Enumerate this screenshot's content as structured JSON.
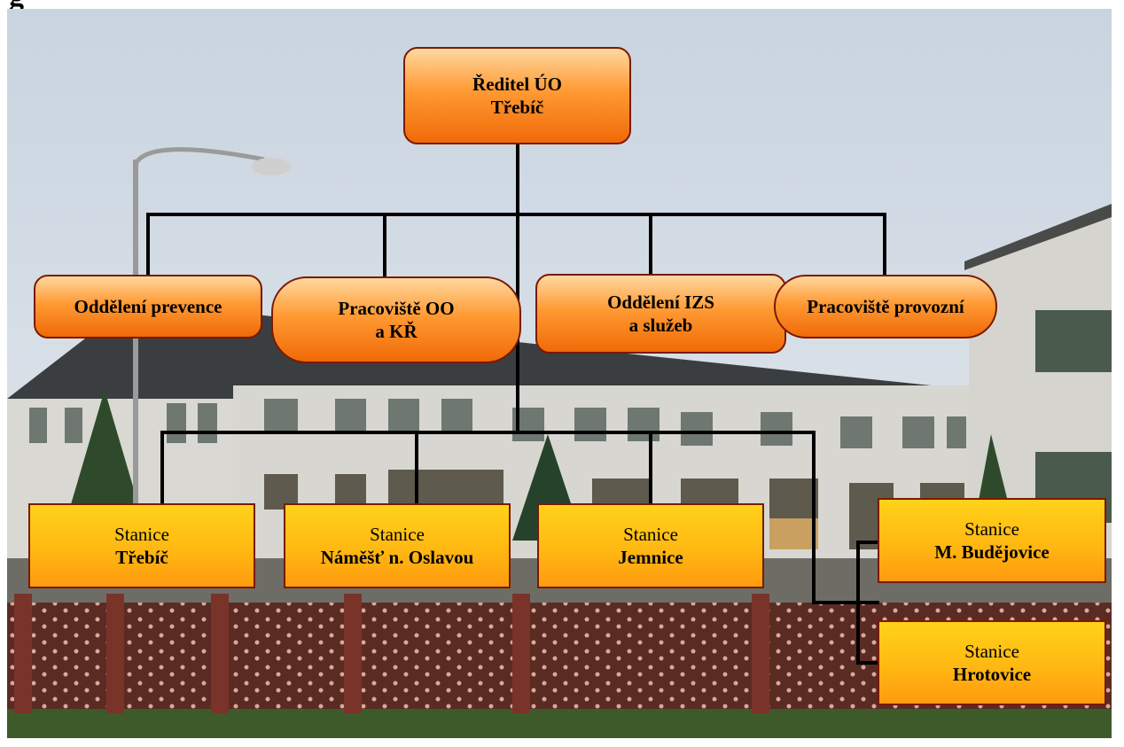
{
  "page": {
    "heading": "g"
  },
  "org": {
    "director": {
      "line1": "Ředitel ÚO",
      "line2": "Třebíč"
    },
    "departments": [
      {
        "line1": "Oddělení prevence",
        "line2": ""
      },
      {
        "line1": "Pracoviště OO",
        "line2": "a KŘ"
      },
      {
        "line1": "Oddělení IZS",
        "line2": "a služeb"
      },
      {
        "line1": "Pracoviště provozní",
        "line2": ""
      }
    ],
    "stations": [
      {
        "line1": "Stanice",
        "line2": "Třebíč"
      },
      {
        "line1": "Stanice",
        "line2": "Náměšť n. Oslavou"
      },
      {
        "line1": "Stanice",
        "line2": "Jemnice"
      },
      {
        "line1": "Stanice",
        "line2": "M. Budějovice"
      },
      {
        "line1": "Stanice",
        "line2": "Hrotovice"
      }
    ]
  },
  "colors": {
    "department_fill": "#ff8a1e",
    "station_fill": "#ffb812",
    "border": "#7a1a00",
    "connector": "#000000"
  }
}
